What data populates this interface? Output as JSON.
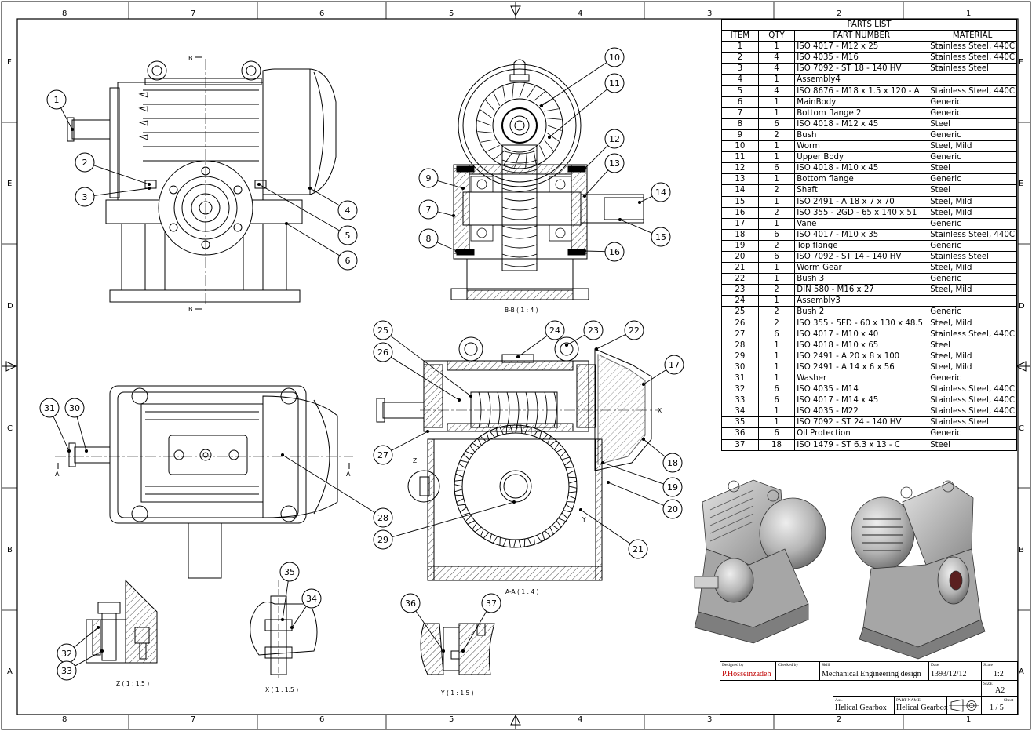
{
  "border": {
    "top_cols": [
      "8",
      "7",
      "6",
      "5",
      "4",
      "3",
      "2",
      "1"
    ],
    "bottom_cols": [
      "8",
      "7",
      "6",
      "5",
      "4",
      "3",
      "2",
      "1"
    ],
    "rows": [
      "F",
      "E",
      "D",
      "C",
      "B",
      "A"
    ]
  },
  "parts_list": {
    "title": "PARTS LIST",
    "headers": [
      "ITEM",
      "QTY",
      "PART NUMBER",
      "MATERIAL"
    ],
    "rows": [
      [
        "1",
        "1",
        "ISO 4017 - M12 x 25",
        "Stainless Steel, 440C"
      ],
      [
        "2",
        "4",
        "ISO 4035 - M16",
        "Stainless Steel, 440C"
      ],
      [
        "3",
        "4",
        "ISO 7092 - ST 18 - 140 HV",
        "Stainless Steel"
      ],
      [
        "4",
        "1",
        "Assembly4",
        ""
      ],
      [
        "5",
        "4",
        "ISO 8676 - M18 x 1.5 x 120 - A",
        "Stainless Steel, 440C"
      ],
      [
        "6",
        "1",
        "MainBody",
        "Generic"
      ],
      [
        "7",
        "1",
        "Bottom flange 2",
        "Generic"
      ],
      [
        "8",
        "6",
        "ISO 4018 - M12 x 45",
        "Steel"
      ],
      [
        "9",
        "2",
        "Bush",
        "Generic"
      ],
      [
        "10",
        "1",
        "Worm",
        "Steel, Mild"
      ],
      [
        "11",
        "1",
        "Upper Body",
        "Generic"
      ],
      [
        "12",
        "6",
        "ISO 4018 - M10 x 45",
        "Steel"
      ],
      [
        "13",
        "1",
        "Bottom flange",
        "Generic"
      ],
      [
        "14",
        "2",
        "Shaft",
        "Steel"
      ],
      [
        "15",
        "1",
        "ISO 2491 - A  18 x 7 x 70",
        "Steel, Mild"
      ],
      [
        "16",
        "2",
        "ISO 355 - 2GD - 65 x 140 x 51",
        "Steel, Mild"
      ],
      [
        "17",
        "1",
        "Vane",
        "Generic"
      ],
      [
        "18",
        "6",
        "ISO 4017 - M10 x 35",
        "Stainless Steel, 440C"
      ],
      [
        "19",
        "2",
        "Top flange",
        "Generic"
      ],
      [
        "20",
        "6",
        "ISO 7092 - ST 14 - 140 HV",
        "Stainless Steel"
      ],
      [
        "21",
        "1",
        "Worm Gear",
        "Steel, Mild"
      ],
      [
        "22",
        "1",
        "Bush 3",
        "Generic"
      ],
      [
        "23",
        "2",
        "DIN 580 - M16 x 27",
        "Steel, Mild"
      ],
      [
        "24",
        "1",
        "Assembly3",
        ""
      ],
      [
        "25",
        "2",
        "Bush 2",
        "Generic"
      ],
      [
        "26",
        "2",
        "ISO 355 - 5FD - 60 x 130 x 48.5",
        "Steel, Mild"
      ],
      [
        "27",
        "6",
        "ISO 4017 - M10 x 40",
        "Stainless Steel, 440C"
      ],
      [
        "28",
        "1",
        "ISO 4018 - M10 x 65",
        "Steel"
      ],
      [
        "29",
        "1",
        "ISO 2491 - A  20 x 8 x 100",
        "Steel, Mild"
      ],
      [
        "30",
        "1",
        "ISO 2491 - A  14 x 6 x 56",
        "Steel, Mild"
      ],
      [
        "31",
        "1",
        "Washer",
        "Generic"
      ],
      [
        "32",
        "6",
        "ISO 4035 - M14",
        "Stainless Steel, 440C"
      ],
      [
        "33",
        "6",
        "ISO 4017 - M14 x 45",
        "Stainless Steel, 440C"
      ],
      [
        "34",
        "1",
        "ISO 4035 - M22",
        "Stainless Steel, 440C"
      ],
      [
        "35",
        "1",
        "ISO 7092 - ST 24 - 140 HV",
        "Stainless Steel"
      ],
      [
        "36",
        "6",
        "Oil Protection",
        "Generic"
      ],
      [
        "37",
        "18",
        "ISO 1479 - ST 6.3 x 13 - C",
        "Steel"
      ]
    ]
  },
  "title_block": {
    "designed_by_label": "Designed by",
    "designed_by": "P.Hosseinzadeh",
    "checked_by_label": "Checked by",
    "skill_label": "Skill",
    "skill": "Mechanical Engineering design",
    "date_label": "Date",
    "date": "1393/12/12",
    "scale_label": "Scale",
    "scale": "1:2",
    "size_label": "SIZE",
    "size": "A2",
    "assy_label": "Ass.",
    "assy": "Helical Gearbox",
    "part_name_label": "PART NAME",
    "part_name": "Helical Gearbox",
    "sheet_label": "Sheet",
    "sheet": "1 / 5"
  },
  "view_labels": {
    "bb": "B-B ( 1 : 4 )",
    "aa": "A-A ( 1 : 4 )",
    "z": "Z ( 1 : 1.5 )",
    "x": "X ( 1 : 1.5 )",
    "y": "Y ( 1 : 1.5 )",
    "sec_a": "A",
    "sec_b": "B",
    "det_z": "Z",
    "det_x": "X",
    "det_y": "Y"
  },
  "balloons": [
    "1",
    "2",
    "3",
    "4",
    "5",
    "6",
    "7",
    "8",
    "9",
    "10",
    "11",
    "12",
    "13",
    "14",
    "15",
    "16",
    "17",
    "18",
    "19",
    "20",
    "21",
    "22",
    "23",
    "24",
    "25",
    "26",
    "27",
    "28",
    "29",
    "30",
    "31",
    "32",
    "33",
    "34",
    "35",
    "36",
    "37"
  ]
}
